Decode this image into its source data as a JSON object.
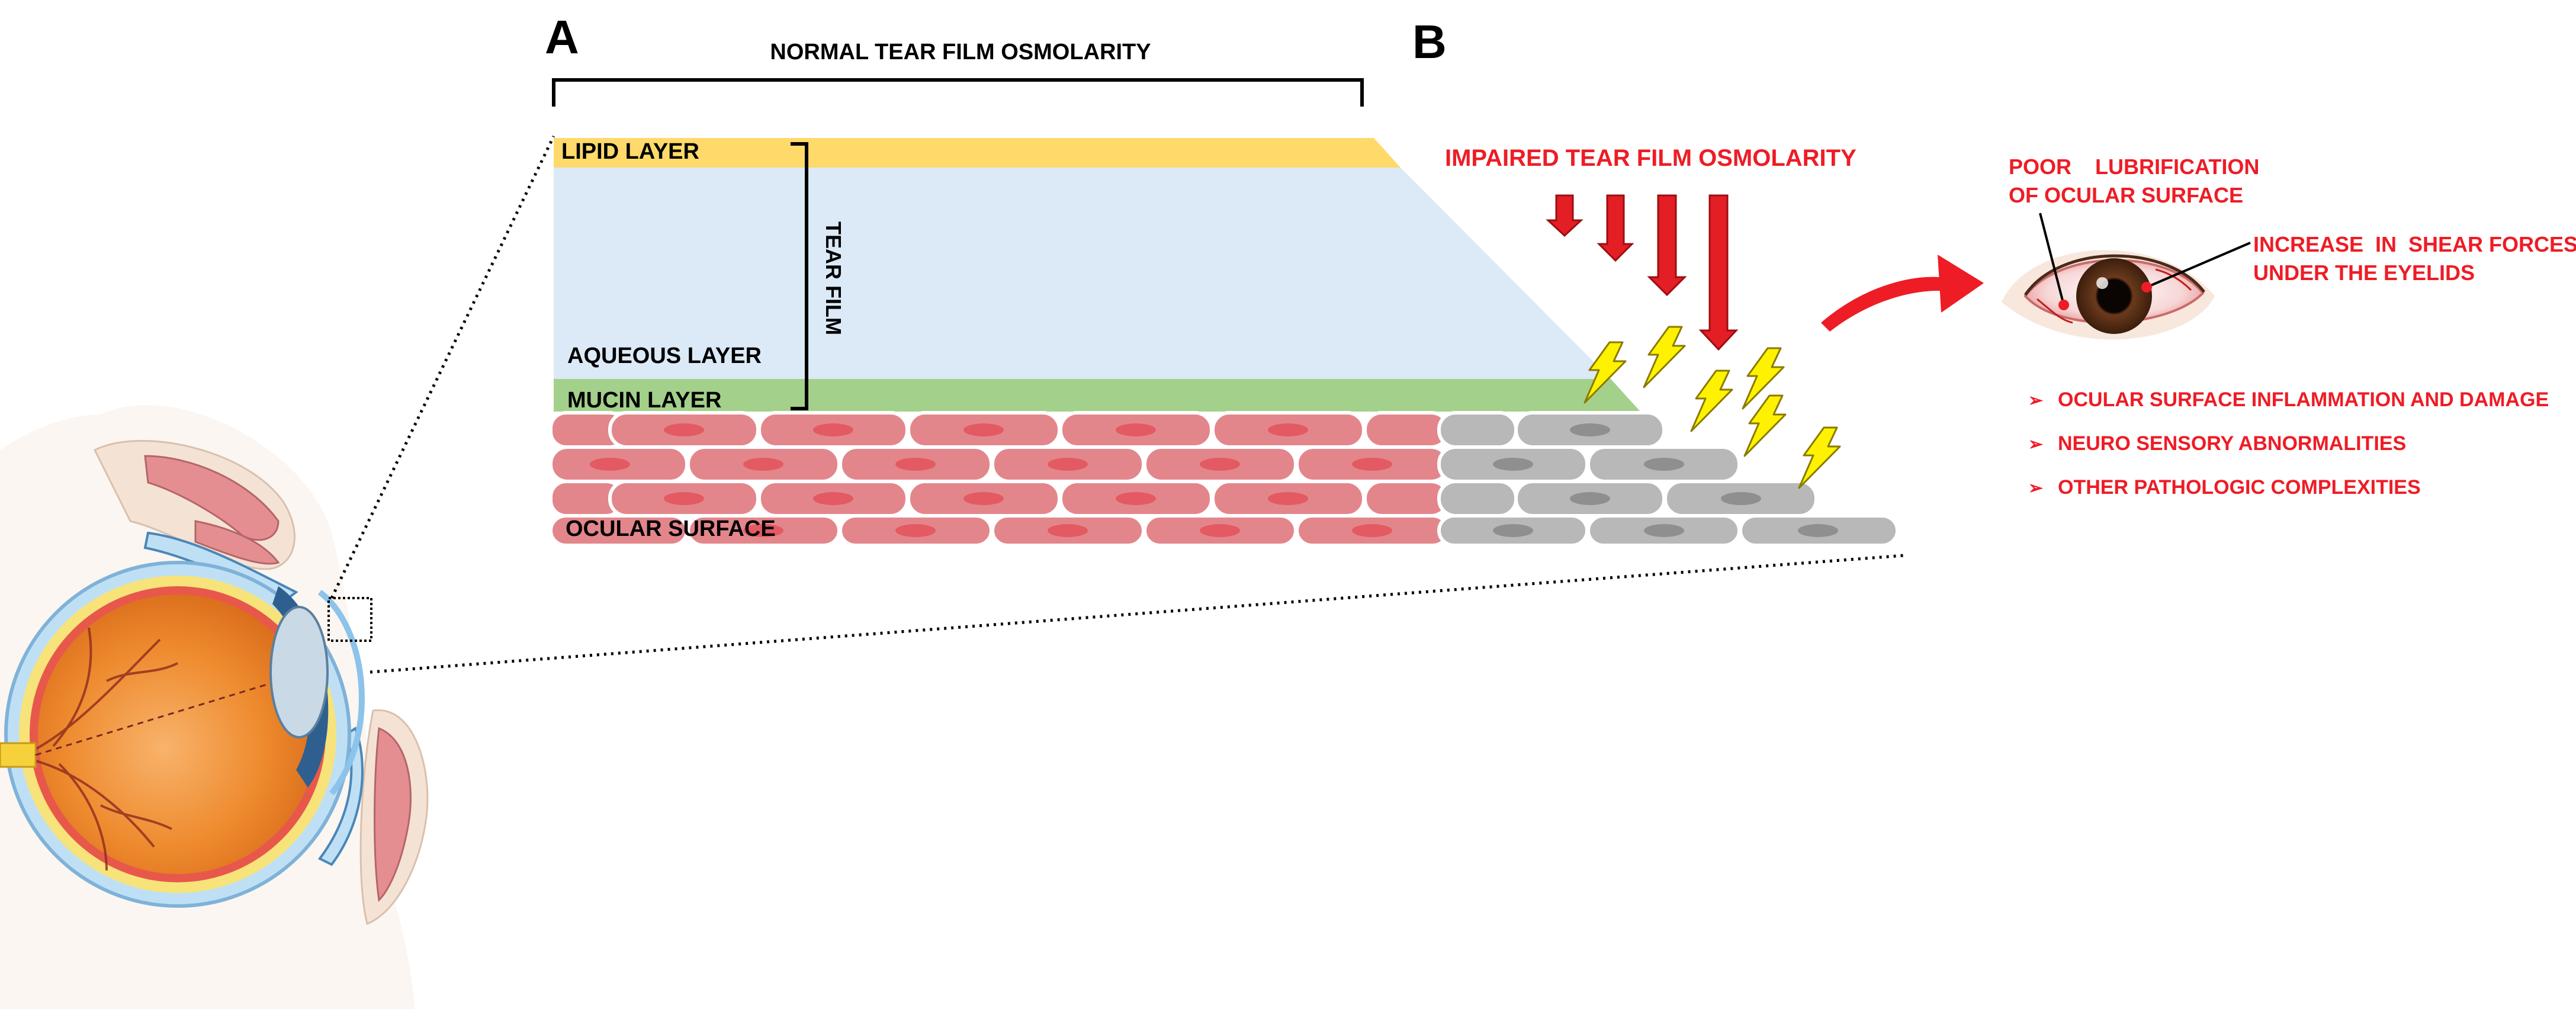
{
  "panels": {
    "a_label": "A",
    "b_label": "B"
  },
  "panel_a": {
    "bracket_title": "NORMAL TEAR FILM OSMOLARITY",
    "layers": {
      "lipid": "LIPID LAYER",
      "aqueous": "AQUEOUS LAYER",
      "mucin": "MUCIN LAYER",
      "ocular_surface": "OCULAR SURFACE"
    },
    "tear_film_label": "TEAR FILM"
  },
  "panel_b": {
    "title": "IMPAIRED TEAR FILM OSMOLARITY",
    "callout_lubrication_line1": "POOR    LUBRIFICATION",
    "callout_lubrication_line2": "OF OCULAR SURFACE",
    "callout_shear_line1": "INCREASE  IN  SHEAR FORCES",
    "callout_shear_line2": "UNDER THE EYELIDS",
    "consequences": [
      "OCULAR SURFACE INFLAMMATION AND DAMAGE",
      "NEURO SENSORY ABNORMALITIES",
      "OTHER PATHOLOGIC COMPLEXITIES"
    ],
    "bullet_glyph": "➢"
  },
  "colors": {
    "lipid": "#FFD96A",
    "aqueous": "#DCE9F6",
    "mucin": "#A3D08A",
    "healthy_cell": "#E3868B",
    "damaged_cell": "#B8B8B8",
    "alert": "#EE1C25",
    "lightning": "#FFF200"
  }
}
